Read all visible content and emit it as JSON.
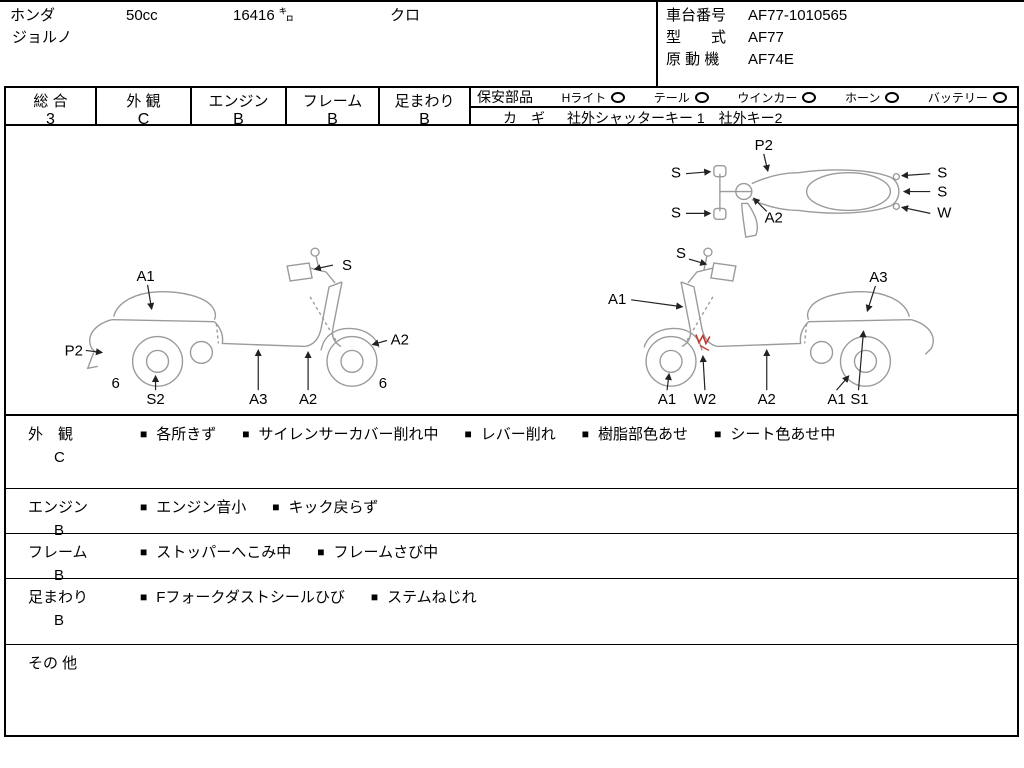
{
  "ui": {
    "bullet": "■"
  },
  "header": {
    "maker": "ホンダ",
    "displacement": "50cc",
    "mileage": "16416 ㌔",
    "color": "クロ",
    "model": "ジョルノ",
    "chassis_label": "車台番号",
    "chassis_no": "AF77-1010565",
    "model_type_label": "型　　式",
    "model_type": "AF77",
    "engine_label": "原 動 機",
    "engine_model": "AF74E"
  },
  "grades": [
    {
      "label": "総 合",
      "value": "3"
    },
    {
      "label": "外 観",
      "value": "C"
    },
    {
      "label": "エンジン",
      "value": "B"
    },
    {
      "label": "フレーム",
      "value": "B"
    },
    {
      "label": "足まわり",
      "value": "B"
    }
  ],
  "safety": {
    "title": "保安部品",
    "items": [
      {
        "label": "Hライト"
      },
      {
        "label": "テール"
      },
      {
        "label": "ウインカー"
      },
      {
        "label": "ホーン"
      },
      {
        "label": "バッテリー"
      }
    ],
    "key_label": "カ　ギ",
    "key_value": "社外シャッターキー 1　社外キー2"
  },
  "diagrams": {
    "top_view": {
      "p2": "P2",
      "s_left_top": "S",
      "s_left_bottom": "S",
      "a2": "A2",
      "s_right_top": "S",
      "s_right_mid": "S",
      "w_right": "W"
    },
    "left_side": {
      "a1": "A1",
      "s": "S",
      "p2": "P2",
      "a2_front": "A2",
      "six_rear": "6",
      "s2": "S2",
      "a3": "A3",
      "a2_floor": "A2",
      "six_front": "6"
    },
    "right_side": {
      "s": "S",
      "a1_shield": "A1",
      "a3": "A3",
      "a1_front": "A1",
      "w2": "W2",
      "a2": "A2",
      "a1_rear": "A1",
      "s1": "S1"
    }
  },
  "conditions": [
    {
      "section": "外　観",
      "grade": "C",
      "notes": [
        "各所きず",
        "サイレンサーカバー削れ中",
        "レバー削れ",
        "樹脂部色あせ",
        "シート色あせ中"
      ]
    },
    {
      "section": "エンジン",
      "grade": "B",
      "notes": [
        "エンジン音小",
        "キック戻らず"
      ]
    },
    {
      "section": "フレーム",
      "grade": "B",
      "notes": [
        "ストッパーへこみ中",
        "フレームさび中"
      ]
    },
    {
      "section": "足まわり",
      "grade": "B",
      "notes": [
        "Fフォークダストシールひび",
        "ステムねじれ"
      ]
    },
    {
      "section": "その 他",
      "grade": "",
      "notes": []
    }
  ]
}
